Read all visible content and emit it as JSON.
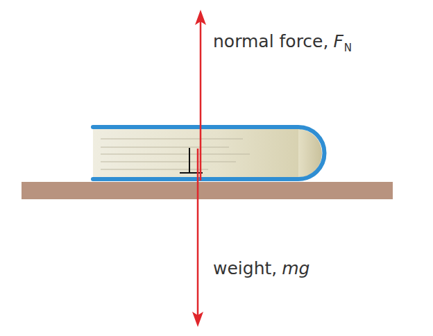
{
  "diagram": {
    "labels": [
      "normal force,",
      "F",
      "N",
      "weight,",
      "mg"
    ]
  }
}
